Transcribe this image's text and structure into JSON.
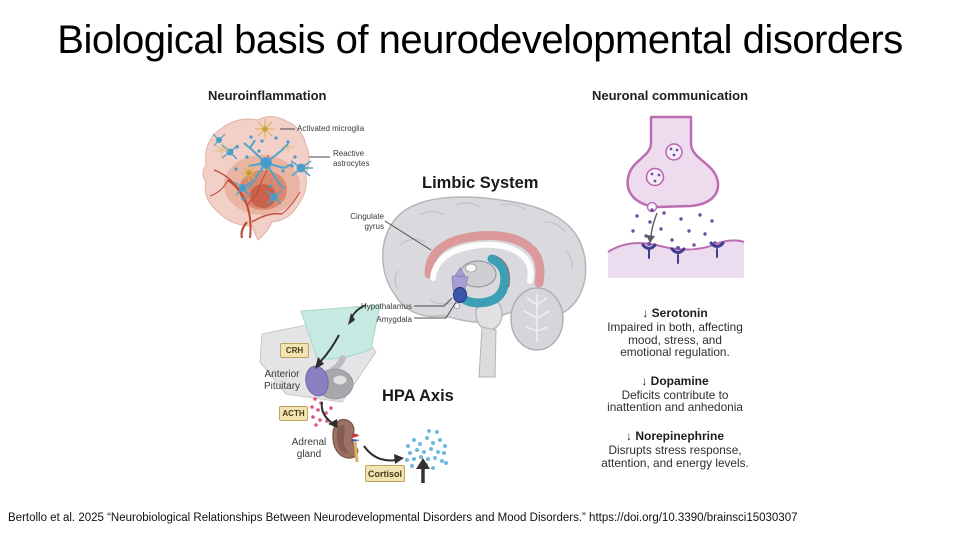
{
  "slide": {
    "title": "Biological basis of neurodevelopmental disorders",
    "citation": "Bertollo et al. 2025 “Neurobiological Relationships Between Neurodevelopmental Disorders and Mood Disorders.” https://doi.org/10.3390/brainsci15030307"
  },
  "figure": {
    "neuroinflammation": {
      "heading": "Neuroinflammation",
      "labels": {
        "activated_microglia": "Activated microglia",
        "reactive_astrocytes": "Reactive\nastrocytes"
      }
    },
    "limbic_system": {
      "heading": "Limbic System",
      "labels": {
        "cingulate_gyrus": "Cingulate\ngyrus",
        "hypothalamus": "Hypothalamus",
        "amygdala": "Amygdala"
      }
    },
    "hpa_axis": {
      "heading": "HPA Axis",
      "labels": {
        "crh": "CRH",
        "acth": "ACTH",
        "cortisol": "Cortisol",
        "anterior_pituitary": "Anterior\nPituitary",
        "adrenal_gland": "Adrenal\ngland"
      }
    },
    "neuronal_communication": {
      "heading": "Neuronal communication",
      "neurotransmitters": [
        {
          "name": "↓ Serotonin",
          "description": "Impaired in both, affecting\nmood, stress, and\nemotional regulation."
        },
        {
          "name": "↓ Dopamine",
          "description": "Deficits contribute to\ninattention and anhedonia"
        },
        {
          "name": "↓ Norepinephrine",
          "description": "Disrupts stress response,\nattention, and energy levels."
        }
      ]
    },
    "colors": {
      "brain_pink": "#f2cfc7",
      "inflammation_red": "#c65c44",
      "astrocyte_blue": "#4a9cc8",
      "microglia_yellow": "#d9b558",
      "limbic_gray": "#dadade",
      "cingulate_pink": "#db999b",
      "hippocampus_teal": "#3c9fb4",
      "hypothalamus_purple": "#a99ed1",
      "amygdala_blue": "#3d55a9",
      "wedge_mint": "#c6e9e1",
      "pituitary_purple": "#8b7fc2",
      "adrenal_brown": "#9b7164",
      "label_box_tan": "#f1e4b0",
      "cortisol_dot_blue": "#6fb9de",
      "acth_dot_pink": "#e0557e",
      "synapse_fill": "#eedbed",
      "synapse_outline": "#bb6cb3",
      "neurotransmitter_dot_purple": "#6b4f9e",
      "receptor_indigo": "#3e3e8f"
    }
  }
}
